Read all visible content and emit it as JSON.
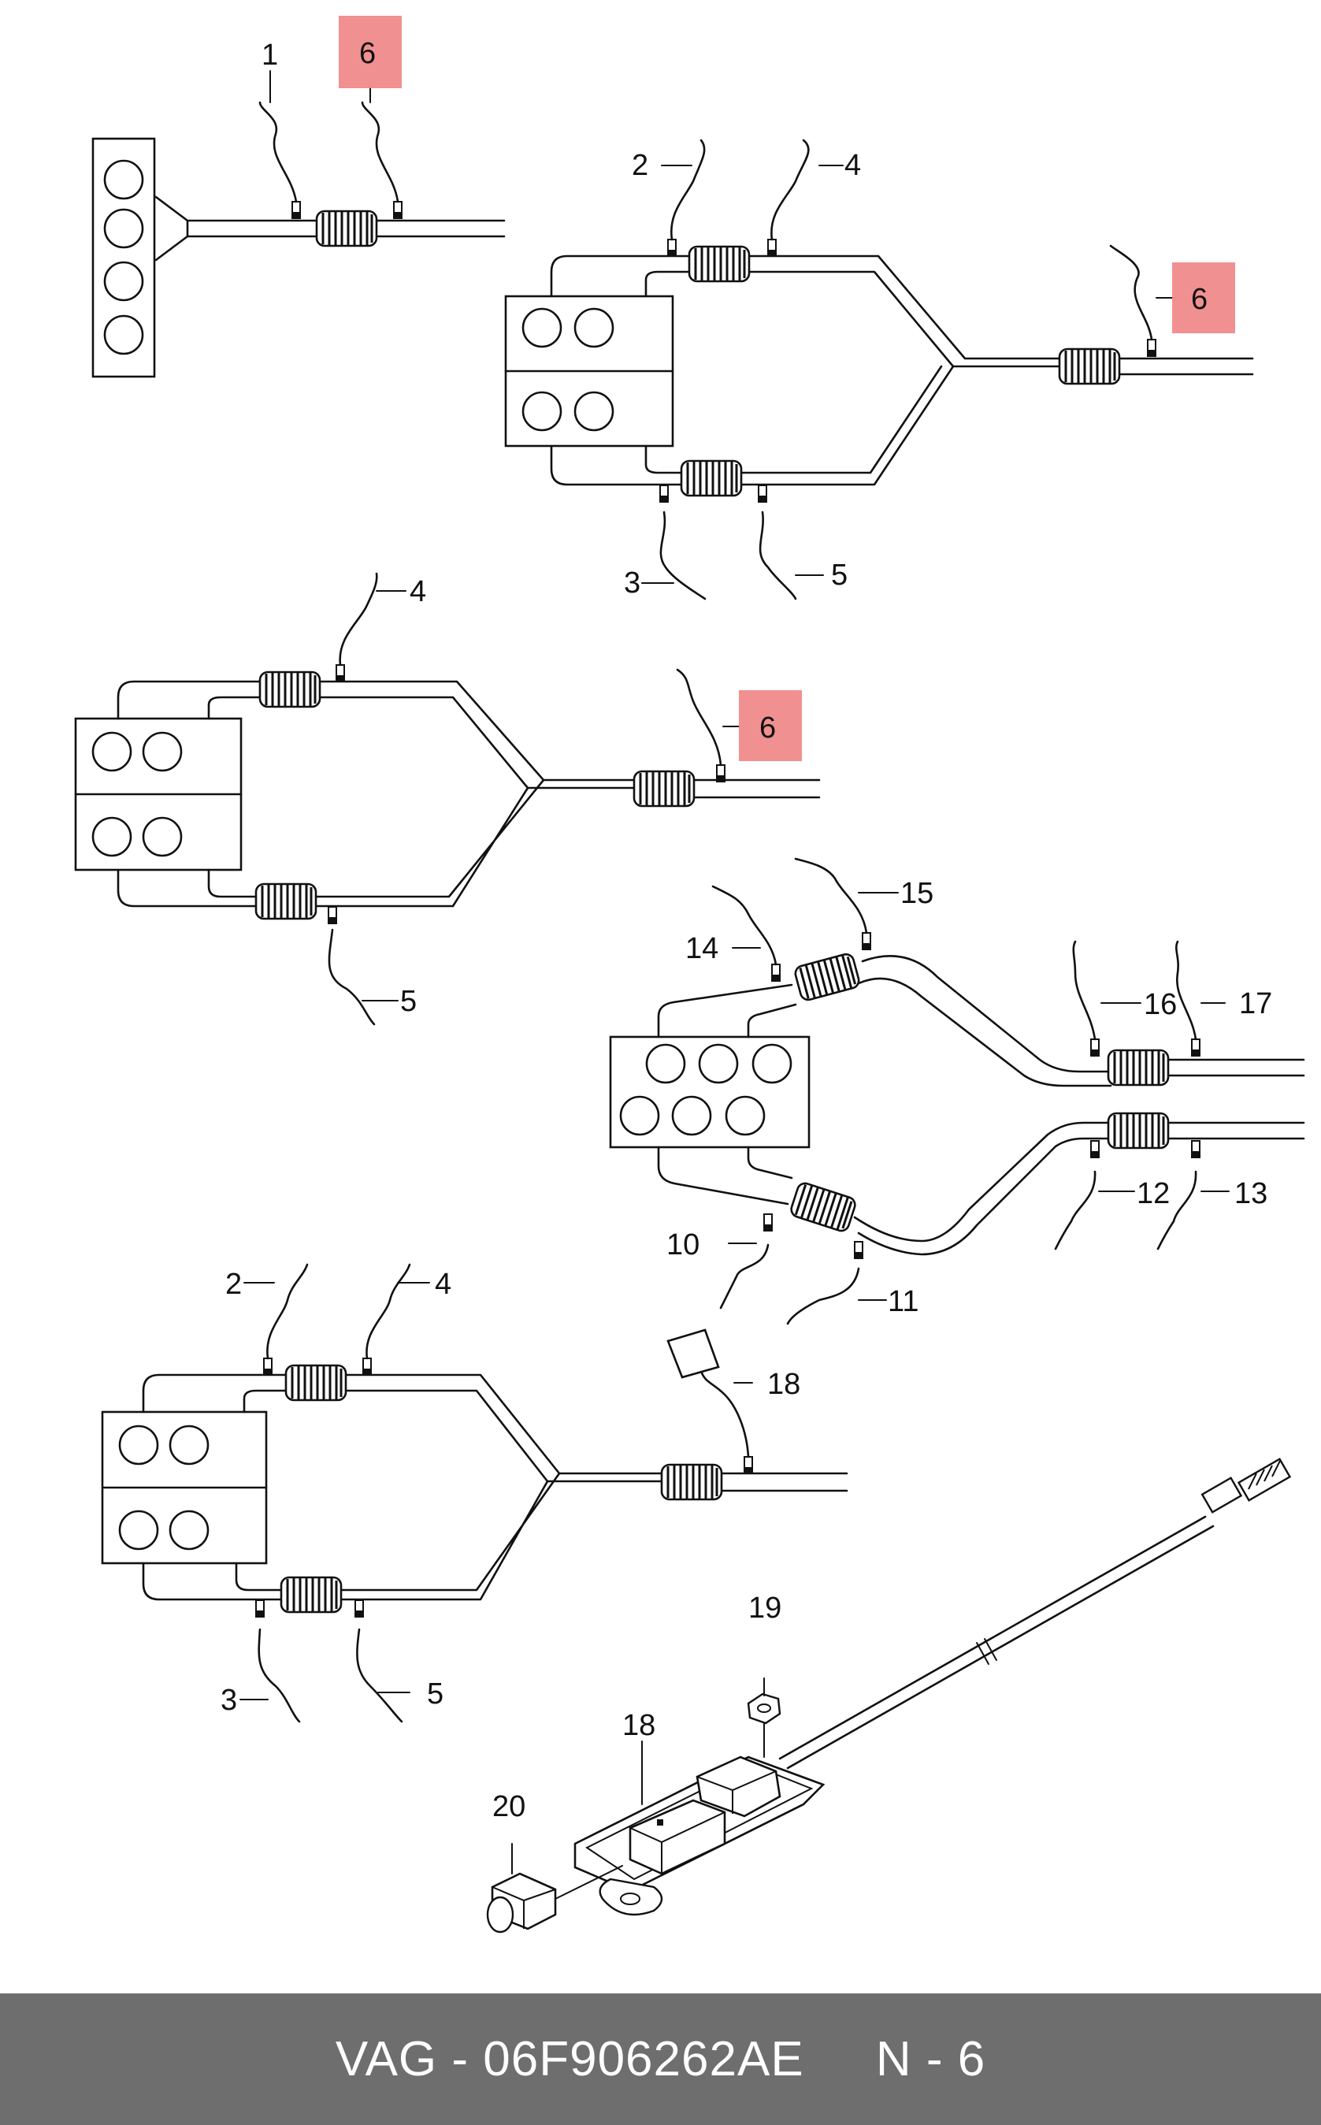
{
  "callouts": {
    "c1": "1",
    "c2": "2",
    "c3": "3",
    "c4": "4",
    "c5": "5",
    "c6": "6",
    "c10": "10",
    "c11": "11",
    "c12": "12",
    "c13": "13",
    "c14": "14",
    "c15": "15",
    "c16": "16",
    "c17": "17",
    "c18": "18",
    "c19": "19",
    "c20": "20"
  },
  "highlight_color": "#f08a8a",
  "footer": {
    "text": "VAG - 06F906262AE     N - 6",
    "background": "#6e6e6e"
  }
}
